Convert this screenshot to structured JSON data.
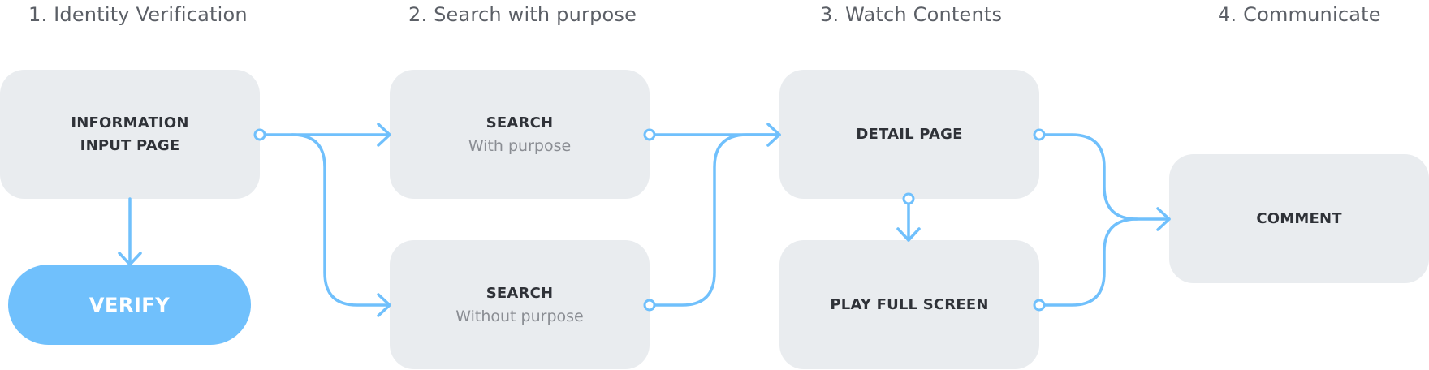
{
  "stages": [
    {
      "title": "1. Identity Verification"
    },
    {
      "title": "2. Search with purpose"
    },
    {
      "title": "3. Watch Contents"
    },
    {
      "title": "4. Communicate"
    }
  ],
  "nodes": {
    "info_input": {
      "line1": "INFORMATION",
      "line2": "INPUT PAGE"
    },
    "verify": {
      "label": "VERIFY"
    },
    "search_with": {
      "label": "SEARCH",
      "sub": "With purpose"
    },
    "search_without": {
      "label": "SEARCH",
      "sub": "Without purpose"
    },
    "detail": {
      "label": "DETAIL PAGE"
    },
    "play_full": {
      "label": "PLAY FULL SCREEN"
    },
    "comment": {
      "label": "COMMENT"
    }
  },
  "colors": {
    "accent": "#70c0fc",
    "node_bg": "#e9ecef",
    "title_text": "#5b5f66"
  }
}
